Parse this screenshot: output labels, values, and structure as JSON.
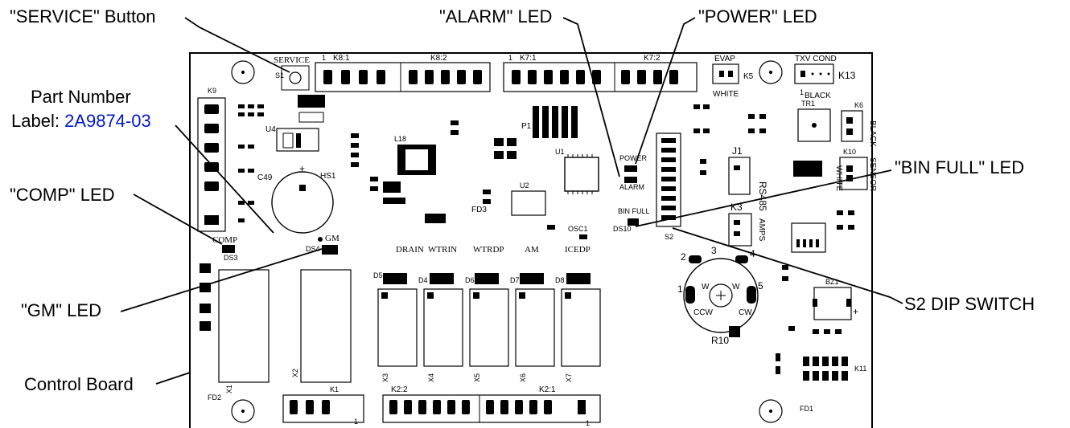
{
  "callouts": {
    "service_button": "\"SERVICE\" Button",
    "alarm_led": "\"ALARM\" LED",
    "power_led": "\"POWER\" LED",
    "part_number_line1": "Part Number",
    "part_number_prefix": "Label: ",
    "part_number_value": "2A9874-03",
    "comp_led": "\"COMP\" LED",
    "bin_full_led": "\"BIN FULL\" LED",
    "gm_led": "\"GM\" LED",
    "s2_dip_switch": "S2 DIP SWITCH",
    "control_board": "Control Board"
  },
  "board": {
    "service": "SERVICE",
    "s1": "S1",
    "k8_1": "K8:1",
    "k8_2": "K8:2",
    "k7_1": "K7:1",
    "k7_2": "K7:2",
    "evap": "EVAP",
    "k5": "K5",
    "white": "WHITE",
    "txv_cond": "TXV  COND",
    "k13": "K13",
    "black": "BLACK",
    "tr1": "TR1",
    "k6": "K6",
    "black_side": "BLACK",
    "k9": "K9",
    "u4": "U4",
    "hs1": "HS1",
    "c49": "C49",
    "l18": "L18",
    "u1": "U1",
    "p1": "P1",
    "power": "POWER",
    "alarm": "ALARM",
    "j1": "J1",
    "rs485": "RS485",
    "k10": "K10",
    "sensor": "SENSOR",
    "white_k10": "WHITE",
    "k3": "K3",
    "amps": "AMPS",
    "bin_full": "BIN FULL",
    "ds10": "DS10",
    "s2": "S2",
    "osc1": "OSC1",
    "u2": "U2",
    "fd3": "FD3",
    "comp": "COMP",
    "ds3": "DS3",
    "gm": "GM",
    "ds4": "DS4",
    "drain": "DRAIN",
    "wtrin": "WTRIN",
    "wtrdp": "WTRDP",
    "am": "AM",
    "icedp": "ICEDP",
    "ccw": "CCW",
    "cw": "CW",
    "r10": "R10",
    "bz1": "BZ1",
    "k11": "K11",
    "fd1": "FD1",
    "fd2": "FD2",
    "k1": "K1",
    "k2_2": "K2:2",
    "k2_1": "K2:1",
    "x1": "X1",
    "x2": "X2",
    "x3": "X3",
    "x4": "X4",
    "x5": "X5",
    "x6": "X6",
    "x7": "X7",
    "d4": "D4",
    "d5": "D5",
    "d6": "D6",
    "d7": "D7",
    "d8": "D8",
    "pot_1": "1",
    "pot_2": "2",
    "pot_3": "3",
    "pot_4": "4",
    "pot_5": "5"
  }
}
